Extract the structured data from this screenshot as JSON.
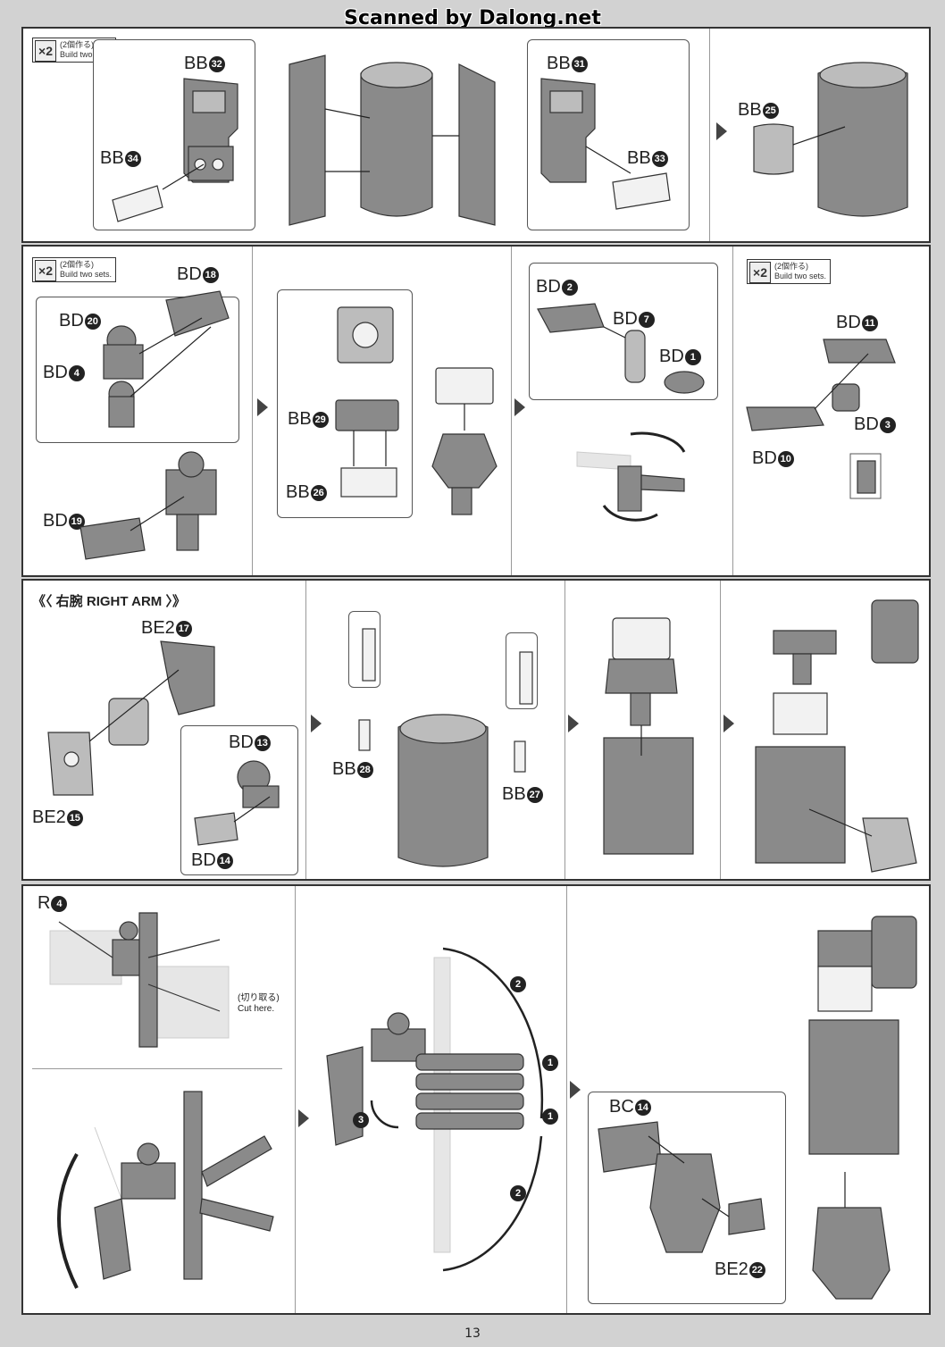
{
  "header": {
    "scan_credit": "Scanned by Dalong.net"
  },
  "build_two": {
    "mark": "×2",
    "jp": "(2個作る)",
    "en": "Build two sets."
  },
  "row1": {
    "labels": {
      "bb32": "BB",
      "bb32_n": "32",
      "bb34": "BB",
      "bb34_n": "34",
      "bb31": "BB",
      "bb31_n": "31",
      "bb33": "BB",
      "bb33_n": "33",
      "bb25": "BB",
      "bb25_n": "25"
    }
  },
  "row2": {
    "labels": {
      "bd18": "BD",
      "bd18_n": "18",
      "bd20": "BD",
      "bd20_n": "20",
      "bd4": "BD",
      "bd4_n": "4",
      "bd19": "BD",
      "bd19_n": "19",
      "bb29": "BB",
      "bb29_n": "29",
      "bb26": "BB",
      "bb26_n": "26",
      "bd2": "BD",
      "bd2_n": "2",
      "bd7": "BD",
      "bd7_n": "7",
      "bd1": "BD",
      "bd1_n": "1",
      "bd11": "BD",
      "bd11_n": "11",
      "bd3": "BD",
      "bd3_n": "3",
      "bd10": "BD",
      "bd10_n": "10"
    }
  },
  "row3": {
    "title_jp": "右腕",
    "title_en": "RIGHT ARM",
    "labels": {
      "be217": "BE2",
      "be217_n": "17",
      "bd13": "BD",
      "bd13_n": "13",
      "be215": "BE2",
      "be215_n": "15",
      "bd14": "BD",
      "bd14_n": "14",
      "bb28": "BB",
      "bb28_n": "28",
      "bb27": "BB",
      "bb27_n": "27"
    }
  },
  "row4": {
    "labels": {
      "r4": "R",
      "r4_n": "4",
      "bc14": "BC",
      "bc14_n": "14",
      "be222": "BE2",
      "be222_n": "22",
      "step1": "1",
      "step2": "2",
      "step3": "3"
    },
    "cut_jp": "(切り取る)",
    "cut_en": "Cut here."
  },
  "footer": {
    "page_number": "13"
  }
}
